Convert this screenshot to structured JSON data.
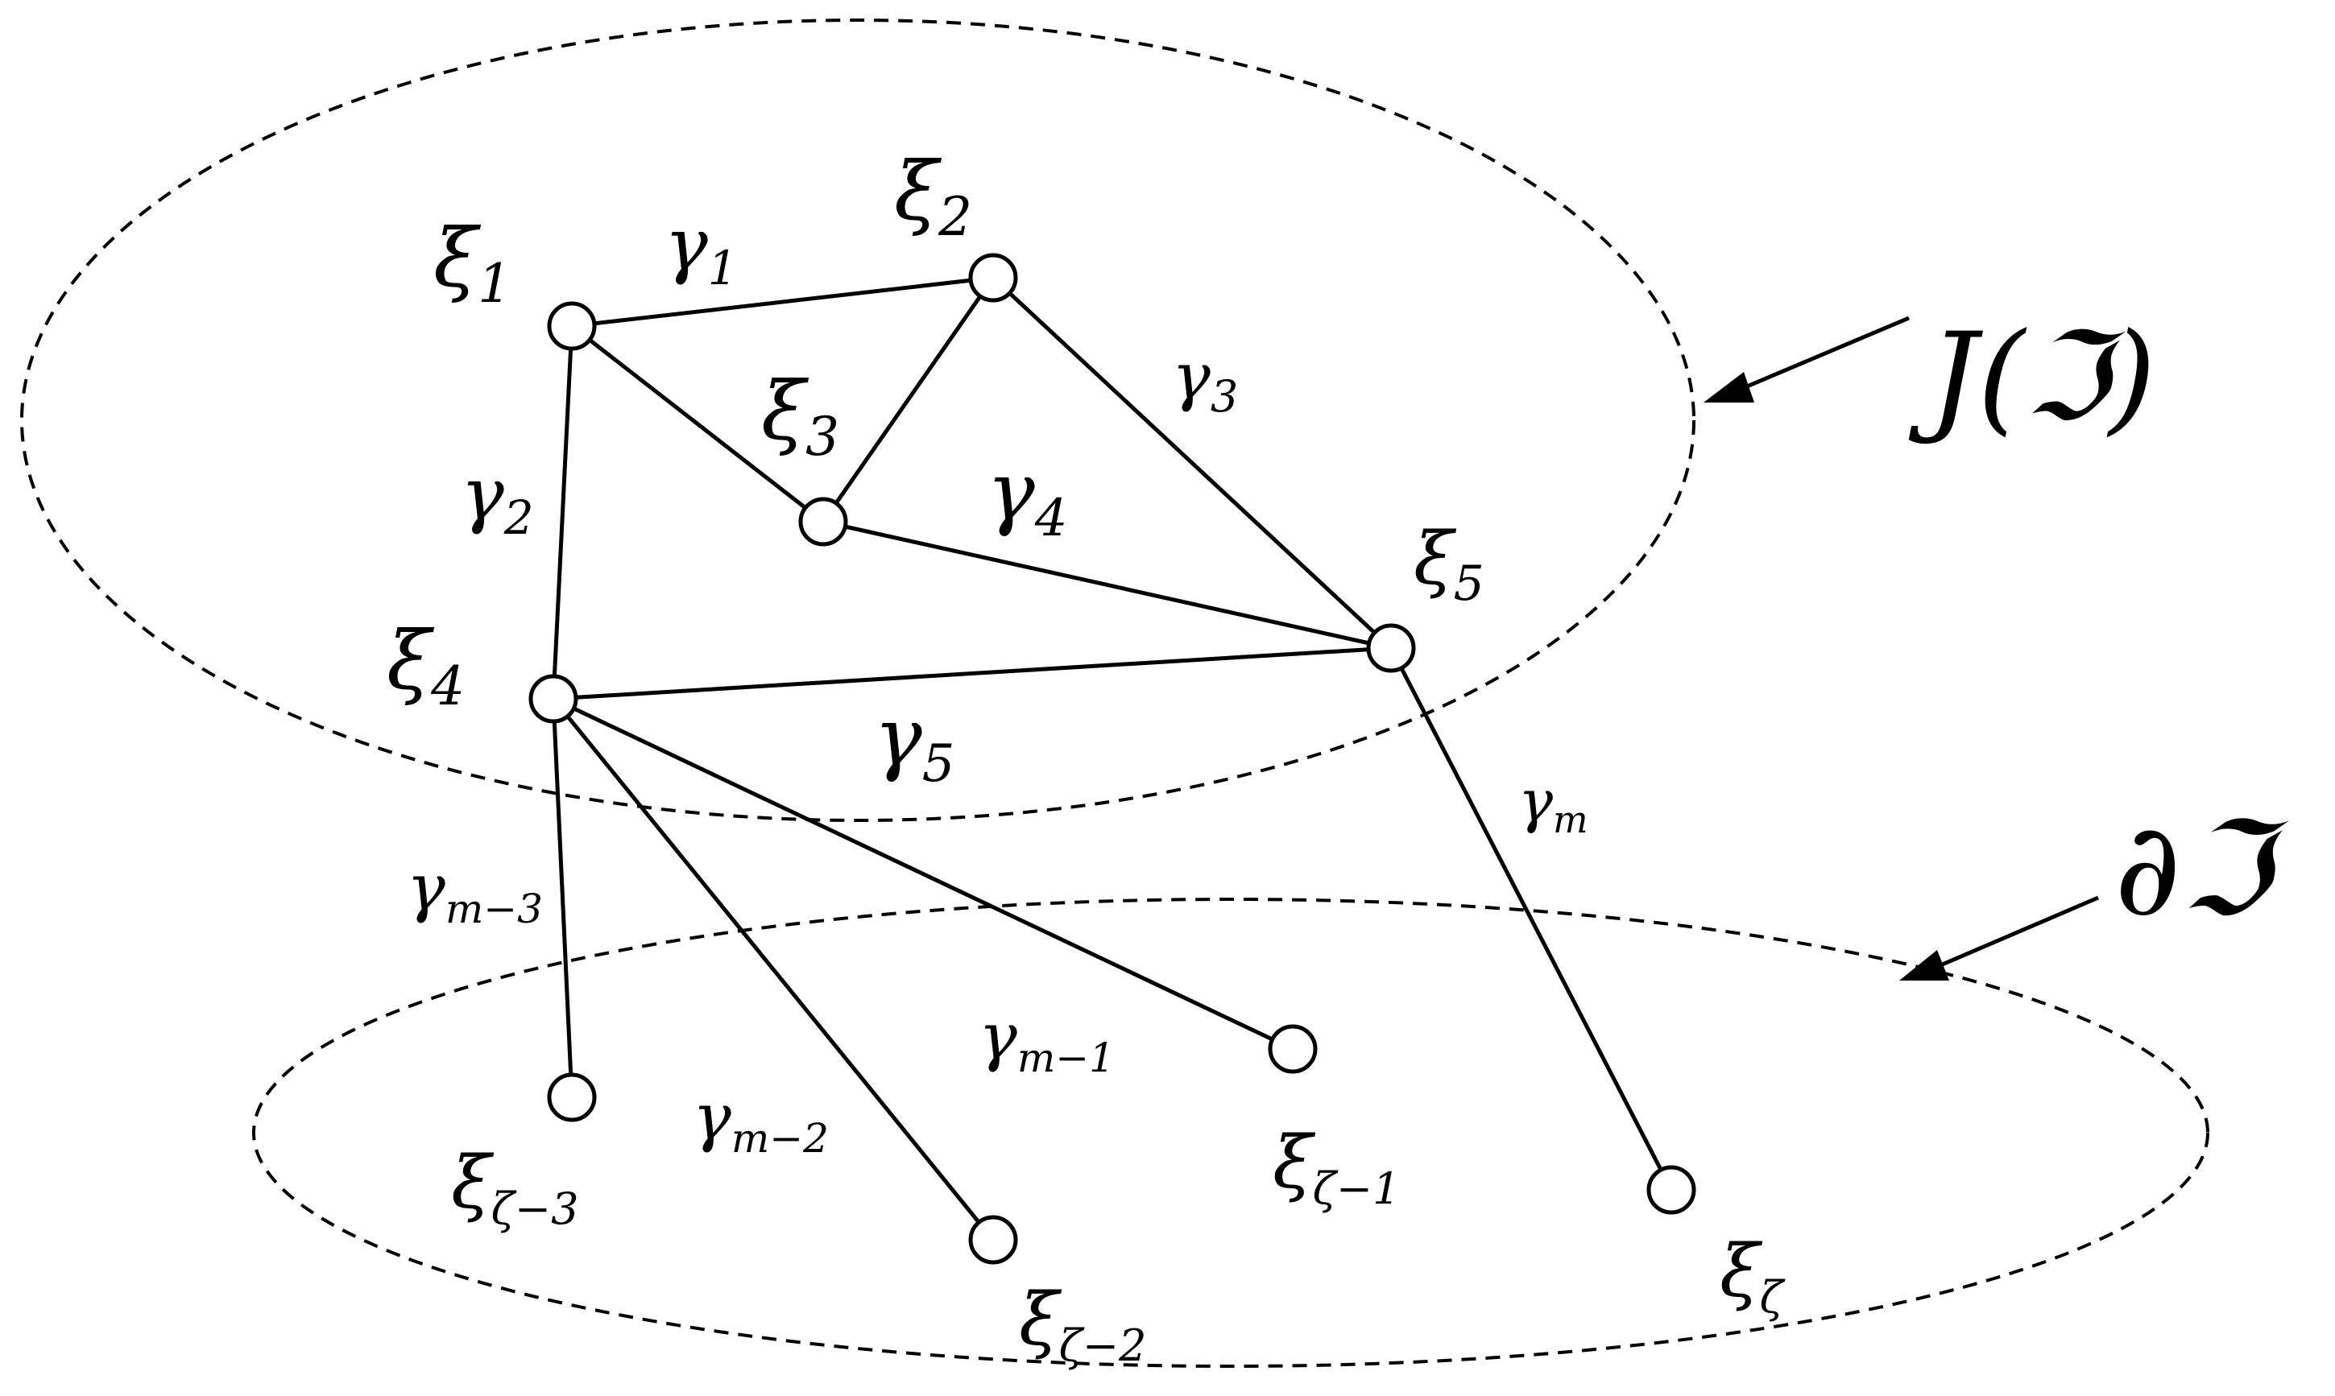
{
  "diagram": {
    "regions": [
      {
        "id": "inner",
        "label": "J(ℑ)"
      },
      {
        "id": "boundary",
        "label": "∂ℑ"
      }
    ],
    "nodes": [
      {
        "id": "n1",
        "base": "ξ",
        "sub": "1"
      },
      {
        "id": "n2",
        "base": "ξ",
        "sub": "2"
      },
      {
        "id": "n3",
        "base": "ξ",
        "sub": "3"
      },
      {
        "id": "n4",
        "base": "ξ",
        "sub": "4"
      },
      {
        "id": "n5",
        "base": "ξ",
        "sub": "5"
      },
      {
        "id": "nz3",
        "base": "ξ",
        "sub": "ζ−3"
      },
      {
        "id": "nz2",
        "base": "ξ",
        "sub": "ζ−2"
      },
      {
        "id": "nz1",
        "base": "ξ",
        "sub": "ζ−1"
      },
      {
        "id": "nz",
        "base": "ξ",
        "sub": "ζ"
      }
    ],
    "edges": [
      {
        "id": "e1",
        "from": "n1",
        "to": "n2",
        "base": "γ",
        "sub": "1"
      },
      {
        "id": "e2",
        "from": "n1",
        "to": "n4",
        "base": "γ",
        "sub": "2"
      },
      {
        "id": "e3",
        "from": "n2",
        "to": "n5",
        "base": "γ",
        "sub": "3"
      },
      {
        "id": "e4",
        "from": "n3",
        "to": "n5",
        "base": "γ",
        "sub": "4"
      },
      {
        "id": "e5",
        "from": "n4",
        "to": "n5",
        "base": "γ",
        "sub": "5"
      },
      {
        "id": "e13",
        "from": "n1",
        "to": "n3",
        "base": "",
        "sub": ""
      },
      {
        "id": "e23",
        "from": "n2",
        "to": "n3",
        "base": "",
        "sub": ""
      },
      {
        "id": "em3",
        "from": "n4",
        "to": "nz3",
        "base": "γ",
        "sub": "m−3"
      },
      {
        "id": "em2",
        "from": "n4",
        "to": "nz2",
        "base": "γ",
        "sub": "m−2"
      },
      {
        "id": "em1",
        "from": "n4",
        "to": "nz1",
        "base": "γ",
        "sub": "m−1"
      },
      {
        "id": "em",
        "from": "n5",
        "to": "nz",
        "base": "γ",
        "sub": "m"
      }
    ]
  }
}
